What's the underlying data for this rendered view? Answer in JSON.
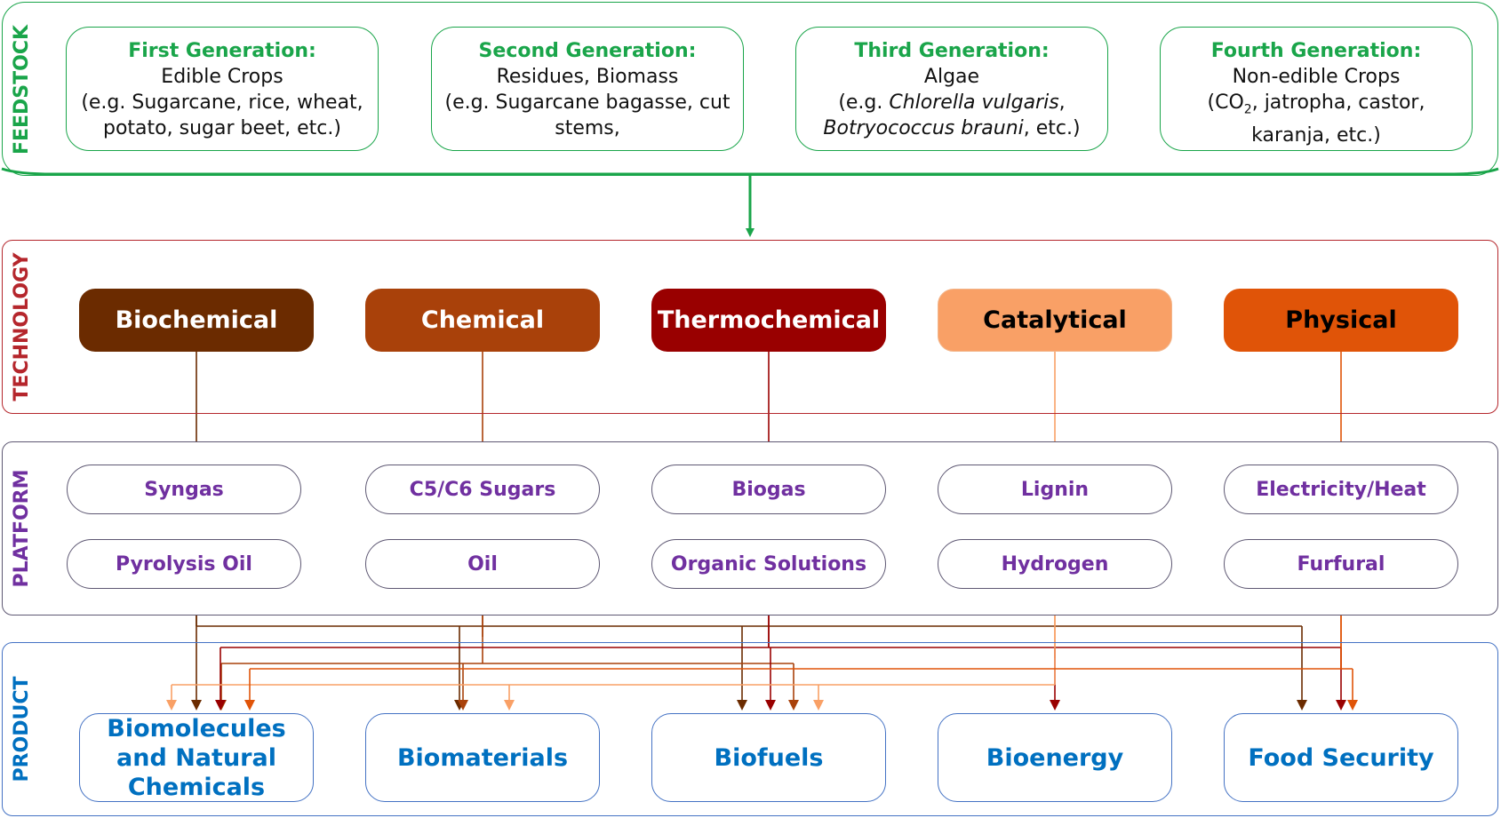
{
  "sections": {
    "feedstock": "FEEDSTOCK",
    "technology": "TECHNOLOGY",
    "platform": "PLATFORM",
    "product": "PRODUCT"
  },
  "feedstock": [
    {
      "title": "First Generation:",
      "subtitle": "Edible Crops",
      "examples": "(e.g. Sugarcane, rice, wheat,",
      "examples2": "potato, sugar beet, etc.)"
    },
    {
      "title": "Second Generation:",
      "subtitle": "Residues, Biomass",
      "examples": "(e.g. Sugarcane bagasse, cut",
      "examples2": "stems,"
    },
    {
      "title": "Third Generation:",
      "subtitle": "Algae",
      "examples_pre": "(e.g. ",
      "species1": "Chlorella vulgaris",
      "examples_mid": ",",
      "species2": "Botryococcus brauni",
      "examples_post": ", etc.)"
    },
    {
      "title": "Fourth Generation:",
      "subtitle": "Non-edible Crops",
      "ex_pre": "(CO",
      "ex_sub": "2",
      "ex_post": ", jatropha, castor,",
      "examples2": "karanja, etc.)"
    }
  ],
  "technology": [
    {
      "label": "Biochemical",
      "bg": "#6b2b00",
      "fg": "#ffffff"
    },
    {
      "label": "Chemical",
      "bg": "#a9410a",
      "fg": "#ffffff"
    },
    {
      "label": "Thermochemical",
      "bg": "#990000",
      "fg": "#ffffff"
    },
    {
      "label": "Catalytical",
      "bg": "#f9a066",
      "fg": "#000000"
    },
    {
      "label": "Physical",
      "bg": "#e05408",
      "fg": "#000000"
    }
  ],
  "platform": [
    [
      "Syngas",
      "Pyrolysis Oil"
    ],
    [
      "C5/C6 Sugars",
      "Oil"
    ],
    [
      "Biogas",
      "Organic Solutions"
    ],
    [
      "Lignin",
      "Hydrogen"
    ],
    [
      "Electricity/Heat",
      "Furfural"
    ]
  ],
  "product": [
    {
      "line1": "Biomolecules",
      "line2": "and Natural",
      "line3": "Chemicals"
    },
    {
      "line1": "Biomaterials"
    },
    {
      "line1": "Biofuels"
    },
    {
      "line1": "Bioenergy"
    },
    {
      "line1": "Food Security"
    }
  ],
  "colors": {
    "feedstock": "#1aa54a",
    "technology": "#b5262c",
    "platform_text": "#7030a0",
    "platform_border": "#5e5873",
    "product": "#0070c0",
    "product_border": "#4472c4"
  }
}
